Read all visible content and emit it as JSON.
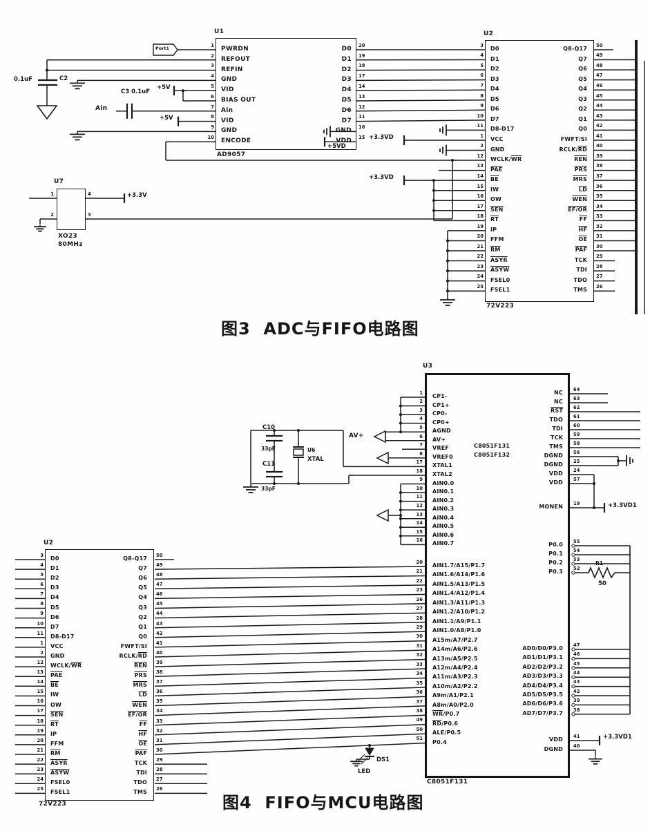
{
  "figure3": {
    "caption": "图3  ADC与FIFO电路图",
    "labels": {
      "port": "Port1",
      "c2_value": "0.1uF",
      "c2_ref": "C2",
      "c3": "C3 0.1uF",
      "ain": "Ain",
      "v5_a": "+5V",
      "v5_b": "+5V",
      "v5d": "+5VD",
      "v33d_a": "+3.3VD",
      "v33d_b": "+3.3VD",
      "v33": "+3.3V"
    }
  },
  "figure4": {
    "caption": "图4  FIFO与MCU电路图",
    "labels": {
      "c10_ref": "C10",
      "c10_value": "33pF",
      "c11_ref": "C11",
      "c11_value": "33pF",
      "u6_ref": "U6",
      "u6_part": "XTAL",
      "av_plus": "AV+",
      "v33d1_a": "+3.3VD1",
      "v33d1_b": "+3.3VD1",
      "r_ref": "R1",
      "r_value": "50",
      "led_ref": "DS1",
      "led_label": "LED"
    }
  },
  "chips": {
    "adc": {
      "ref": "U1",
      "part": "AD9057",
      "left_pins": [
        {
          "n": "1",
          "l": "PWRDN"
        },
        {
          "n": "2",
          "l": "REFOUT"
        },
        {
          "n": "3",
          "l": "REFIN"
        },
        {
          "n": "4",
          "l": "GND"
        },
        {
          "n": "5",
          "l": "VID"
        },
        {
          "n": "6",
          "l": "BIAS OUT"
        },
        {
          "n": "7",
          "l": "Ain"
        },
        {
          "n": "8",
          "l": "VID"
        },
        {
          "n": "9",
          "l": "GND"
        },
        {
          "n": "10",
          "l": "ENCODE"
        }
      ],
      "right_pins": [
        {
          "n": "20",
          "l": "D0"
        },
        {
          "n": "19",
          "l": "D1"
        },
        {
          "n": "18",
          "l": "D2"
        },
        {
          "n": "17",
          "l": "D3"
        },
        {
          "n": "14",
          "l": "D4"
        },
        {
          "n": "13",
          "l": "D5"
        },
        {
          "n": "12",
          "l": "D6"
        },
        {
          "n": "11",
          "l": "D7"
        },
        {
          "n": "16",
          "l": "GND"
        },
        {
          "n": "15",
          "l": "VDD"
        }
      ]
    },
    "osc": {
      "ref": "U7",
      "part": "XO23",
      "freq": "80MHz",
      "pin_nums": [
        "1",
        "2",
        "4",
        "3"
      ]
    },
    "fifo": {
      "ref": "U2",
      "part": "72V223",
      "left_pins": [
        {
          "n": "3",
          "l": "D0"
        },
        {
          "n": "4",
          "l": "D1"
        },
        {
          "n": "5",
          "l": "D2"
        },
        {
          "n": "6",
          "l": "D3"
        },
        {
          "n": "7",
          "l": "D4"
        },
        {
          "n": "8",
          "l": "D5"
        },
        {
          "n": "9",
          "l": "D6"
        },
        {
          "n": "10",
          "l": "D7"
        },
        {
          "n": "11",
          "l": "D8-D17"
        },
        {
          "n": "1",
          "l": "VCC"
        },
        {
          "n": "2",
          "l": "GND"
        },
        {
          "n": "12",
          "l": "WCLK/[WR]"
        },
        {
          "n": "13",
          "l": "[PAE]"
        },
        {
          "n": "14",
          "l": "[BE]"
        },
        {
          "n": "15",
          "l": "IW"
        },
        {
          "n": "16",
          "l": "OW"
        },
        {
          "n": "17",
          "l": "[SEN]"
        },
        {
          "n": "18",
          "l": "[RT]"
        },
        {
          "n": "19",
          "l": "IP"
        },
        {
          "n": "20",
          "l": "FFM"
        },
        {
          "n": "21",
          "l": "[RM]"
        },
        {
          "n": "22",
          "l": "[ASYR]"
        },
        {
          "n": "23",
          "l": "[ASYW]"
        },
        {
          "n": "24",
          "l": "FSEL0"
        },
        {
          "n": "25",
          "l": "FSEL1"
        }
      ],
      "right_pins": [
        {
          "n": "50",
          "l": "Q8-Q17"
        },
        {
          "n": "49",
          "l": "Q7"
        },
        {
          "n": "48",
          "l": "Q6"
        },
        {
          "n": "47",
          "l": "Q5"
        },
        {
          "n": "46",
          "l": "Q4"
        },
        {
          "n": "45",
          "l": "Q3"
        },
        {
          "n": "44",
          "l": "Q2"
        },
        {
          "n": "43",
          "l": "Q1"
        },
        {
          "n": "42",
          "l": "Q0"
        },
        {
          "n": "41",
          "l": "FWFT/SI"
        },
        {
          "n": "40",
          "l": "RCLK/[RD]"
        },
        {
          "n": "39",
          "l": "[REN]"
        },
        {
          "n": "38",
          "l": "[PRS]"
        },
        {
          "n": "37",
          "l": "[MRS]"
        },
        {
          "n": "36",
          "l": "[LD]"
        },
        {
          "n": "35",
          "l": "[WEN]"
        },
        {
          "n": "34",
          "l": "[EF/OR]"
        },
        {
          "n": "33",
          "l": "[FF]"
        },
        {
          "n": "32",
          "l": "[HF]"
        },
        {
          "n": "31",
          "l": "[OE]"
        },
        {
          "n": "30",
          "l": "[PAF]"
        },
        {
          "n": "29",
          "l": "TCK"
        },
        {
          "n": "28",
          "l": "TDI"
        },
        {
          "n": "27",
          "l": "TDO"
        },
        {
          "n": "26",
          "l": "TMS"
        }
      ]
    },
    "mcu": {
      "ref": "U3",
      "part": "C8051F131",
      "inner": [
        "C8051F131",
        "C8051F132"
      ],
      "left_pins_a": [
        {
          "n": "1",
          "l": "CP1-"
        },
        {
          "n": "2",
          "l": "CP1+"
        },
        {
          "n": "3",
          "l": "CP0-"
        },
        {
          "n": "4",
          "l": "CP0+"
        },
        {
          "n": "5",
          "l": "AGND"
        },
        {
          "n": "6",
          "l": "AV+"
        },
        {
          "n": "7",
          "l": "VREF"
        },
        {
          "n": "8",
          "l": "VREF0"
        },
        {
          "n": "17",
          "l": "XTAL1"
        },
        {
          "n": "18",
          "l": "XTAL2"
        },
        {
          "n": "9",
          "l": "AIN0.0"
        },
        {
          "n": "10",
          "l": "AIN0.1"
        },
        {
          "n": "11",
          "l": "AIN0.2"
        },
        {
          "n": "12",
          "l": "AIN0.3"
        },
        {
          "n": "13",
          "l": "AIN0.4"
        },
        {
          "n": "14",
          "l": "AIN0.5"
        },
        {
          "n": "15",
          "l": "AIN0.6"
        },
        {
          "n": "16",
          "l": "AIN0.7"
        }
      ],
      "left_pins_b": [
        {
          "n": "20",
          "l": "AIN1.7/A15/P1.7"
        },
        {
          "n": "21",
          "l": "AIN1.6/A14/P1.6"
        },
        {
          "n": "22",
          "l": "AIN1.5/A13/P1.5"
        },
        {
          "n": "23",
          "l": "AIN1.4/A12/P1.4"
        },
        {
          "n": "26",
          "l": "AIN1.3/A11/P1.3"
        },
        {
          "n": "27",
          "l": "AIN1.2/A10/P1.2"
        },
        {
          "n": "28",
          "l": "AIN1.1/A9/P1.1"
        },
        {
          "n": "29",
          "l": "AIN1.0/A8/P1.0"
        },
        {
          "n": "30",
          "l": "A15m/A7/P2.7"
        },
        {
          "n": "31",
          "l": "A14m/A6/P2.6"
        },
        {
          "n": "32",
          "l": "A13m/A5/P2.5"
        },
        {
          "n": "33",
          "l": "A12m/A4/P2.4"
        },
        {
          "n": "34",
          "l": "A11m/A3/P2.3"
        },
        {
          "n": "35",
          "l": "A10m/A2/P2.2"
        },
        {
          "n": "36",
          "l": "A9m/A1/P2.1"
        },
        {
          "n": "37",
          "l": "A8m/A0/P2.0"
        },
        {
          "n": "38",
          "l": "[WR]/P0.7"
        },
        {
          "n": "49",
          "l": "[RD]/P0.6"
        },
        {
          "n": "50",
          "l": "ALE/P0.5"
        },
        {
          "n": "51",
          "l": "P0.4"
        }
      ],
      "right_pins_a": [
        {
          "n": "64",
          "l": "NC"
        },
        {
          "n": "63",
          "l": "NC"
        },
        {
          "n": "62",
          "l": "[RST]"
        },
        {
          "n": "61",
          "l": "TDO"
        },
        {
          "n": "60",
          "l": "TDI"
        },
        {
          "n": "59",
          "l": "TCK"
        },
        {
          "n": "58",
          "l": "TMS"
        },
        {
          "n": "56",
          "l": "DGND"
        },
        {
          "n": "25",
          "l": "DGND"
        },
        {
          "n": "24",
          "l": "VDD"
        },
        {
          "n": "57",
          "l": "VDD"
        }
      ],
      "monen": {
        "n": "19",
        "l": "MONEN"
      },
      "right_pins_p0": [
        {
          "n": "55",
          "l": "P0.0"
        },
        {
          "n": "54",
          "l": "P0.1"
        },
        {
          "n": "53",
          "l": "P0.2"
        },
        {
          "n": "52",
          "l": "P0.3"
        }
      ],
      "right_pins_p3": [
        {
          "n": "47",
          "l": "AD0/D0/P3.0"
        },
        {
          "n": "46",
          "l": "AD1/D1/P3.1"
        },
        {
          "n": "45",
          "l": "AD2/D2/P3.2"
        },
        {
          "n": "44",
          "l": "AD3/D3/P3.3"
        },
        {
          "n": "43",
          "l": "AD4/D4/P3.4"
        },
        {
          "n": "42",
          "l": "AD5/D5/P3.5"
        },
        {
          "n": "39",
          "l": "AD6/D6/P3.6"
        },
        {
          "n": "38",
          "l": "AD7/D7/P3.7"
        }
      ],
      "right_pins_pwr": [
        {
          "n": "41",
          "l": "VDD"
        },
        {
          "n": "40",
          "l": "DGND"
        }
      ]
    }
  }
}
